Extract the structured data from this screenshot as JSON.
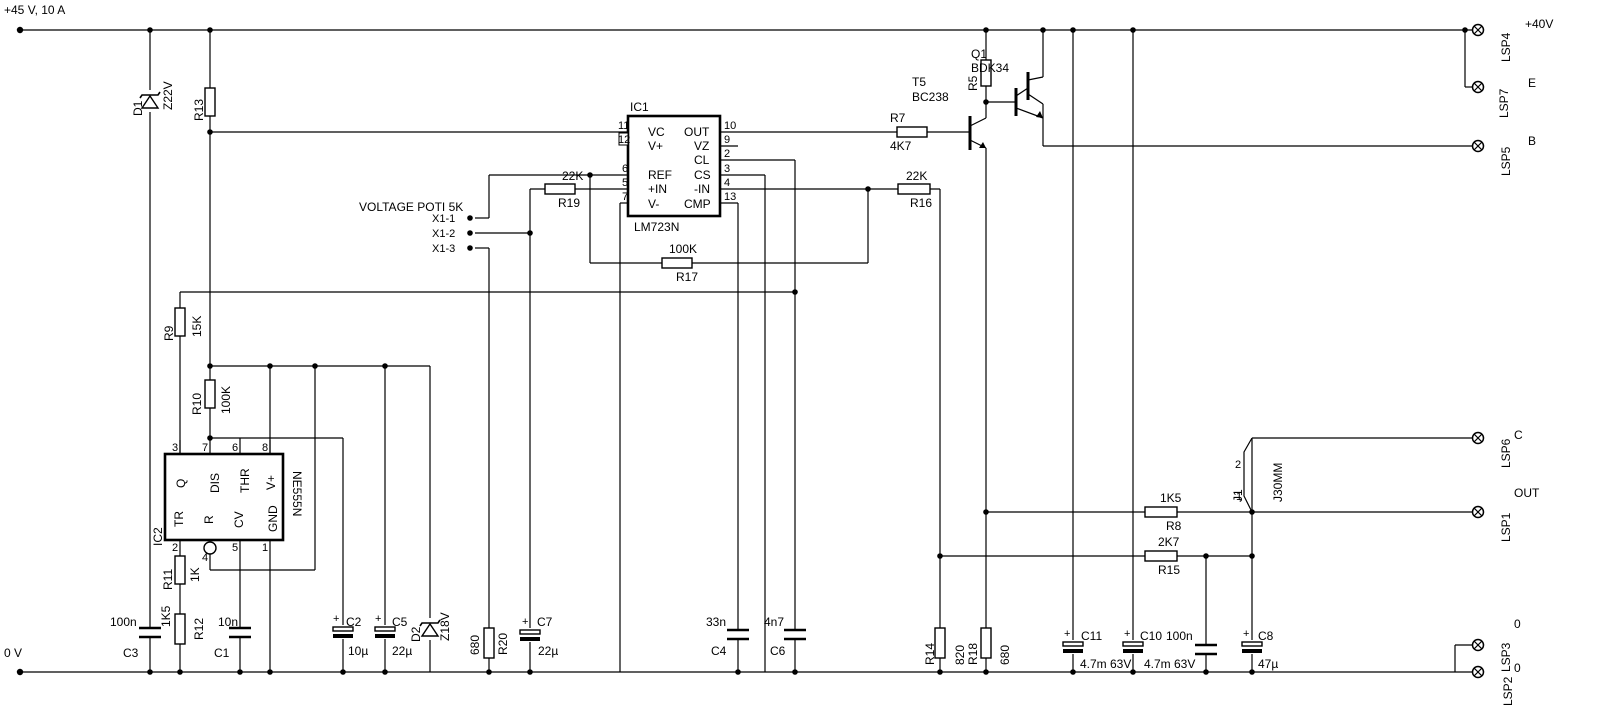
{
  "rails": {
    "top_label": "+45 V, 10 A",
    "bottom_label": "0 V"
  },
  "ic1": {
    "name": "IC1",
    "type": "LM723N",
    "left_pins": [
      {
        "num": "11",
        "label": "VC"
      },
      {
        "num": "12",
        "label": "V+"
      },
      {
        "num": "6",
        "label": "REF"
      },
      {
        "num": "5",
        "label": "+IN"
      },
      {
        "num": "7",
        "label": "V-"
      }
    ],
    "right_pins": [
      {
        "num": "10",
        "label": "OUT"
      },
      {
        "num": "9",
        "label": "VZ"
      },
      {
        "num": "2",
        "label": "CL"
      },
      {
        "num": "3",
        "label": "CS"
      },
      {
        "num": "4",
        "label": "-IN"
      },
      {
        "num": "13",
        "label": "CMP"
      }
    ]
  },
  "ic2": {
    "name": "IC2",
    "type": "NE555N",
    "pin_labels": [
      "Q",
      "DIS",
      "THR",
      "V+",
      "TR",
      "R",
      "CV",
      "GND"
    ],
    "top_pins": [
      "3",
      "7",
      "6",
      "8"
    ],
    "bottom_pins": [
      "2",
      "4",
      "5",
      "1"
    ]
  },
  "transistors": {
    "t5_name": "T5",
    "t5_type": "BC238",
    "q1_name": "Q1",
    "q1_type": "BDK34"
  },
  "resistors": {
    "r5": "R5",
    "r7": "R7",
    "r7_val": "4K7",
    "r8": "R8",
    "r8_val": "1K5",
    "r9": "R9",
    "r9_val": "15K",
    "r10": "R10",
    "r10_val": "100K",
    "r11": "R11",
    "r11_val": "1K",
    "r12": "R12",
    "r12_val": "1K5",
    "r13": "R13",
    "r14": "R14",
    "r14_val": "820",
    "r15": "R15",
    "r15_val": "2K7",
    "r16": "R16",
    "r16_val": "22K",
    "r17": "R17",
    "r17_val": "100K",
    "r18": "R18",
    "r18_val": "680",
    "r19": "R19",
    "r19_val": "22K",
    "r20": "R20",
    "r20_val": "680"
  },
  "capacitors": {
    "c1": "C1",
    "c1_val": "10n",
    "c2": "C2",
    "c2_val": "10µ",
    "c3": "C3",
    "c3_val": "100n",
    "c4": "C4",
    "c4_val": "33n",
    "c5": "C5",
    "c5_val": "22µ",
    "c6": "C6",
    "c6_val": "4n7",
    "c7": "C7",
    "c7_val": "22µ",
    "c8": "C8",
    "c8_val": "47µ",
    "c9_val": "100n",
    "c10": "C10",
    "c11": "C11",
    "c10_11_val": "4.7m 63V",
    "c10_val_b": "4.7m 63V"
  },
  "diodes": {
    "d1": "D1",
    "d1_val": "Z22V",
    "d2": "D2",
    "d2_val": "Z18V"
  },
  "poti": {
    "title": "VOLTAGE POTI 5K",
    "pins": [
      "X1-1",
      "X1-2",
      "X1-3"
    ]
  },
  "jumper": {
    "name": "J1",
    "type": "J30MM",
    "pin1": "1",
    "pin2": "2"
  },
  "connectors": [
    {
      "name": "LSP4",
      "label": "+40V"
    },
    {
      "name": "LSP7",
      "label": "E"
    },
    {
      "name": "LSP5",
      "label": "B"
    },
    {
      "name": "LSP6",
      "label": "C"
    },
    {
      "name": "LSP1",
      "label": "OUT"
    },
    {
      "name": "LSP3",
      "label": "0"
    },
    {
      "name": "LSP2",
      "label": "0"
    }
  ],
  "colors": {
    "ink": "#000000",
    "background": "#ffffff"
  }
}
